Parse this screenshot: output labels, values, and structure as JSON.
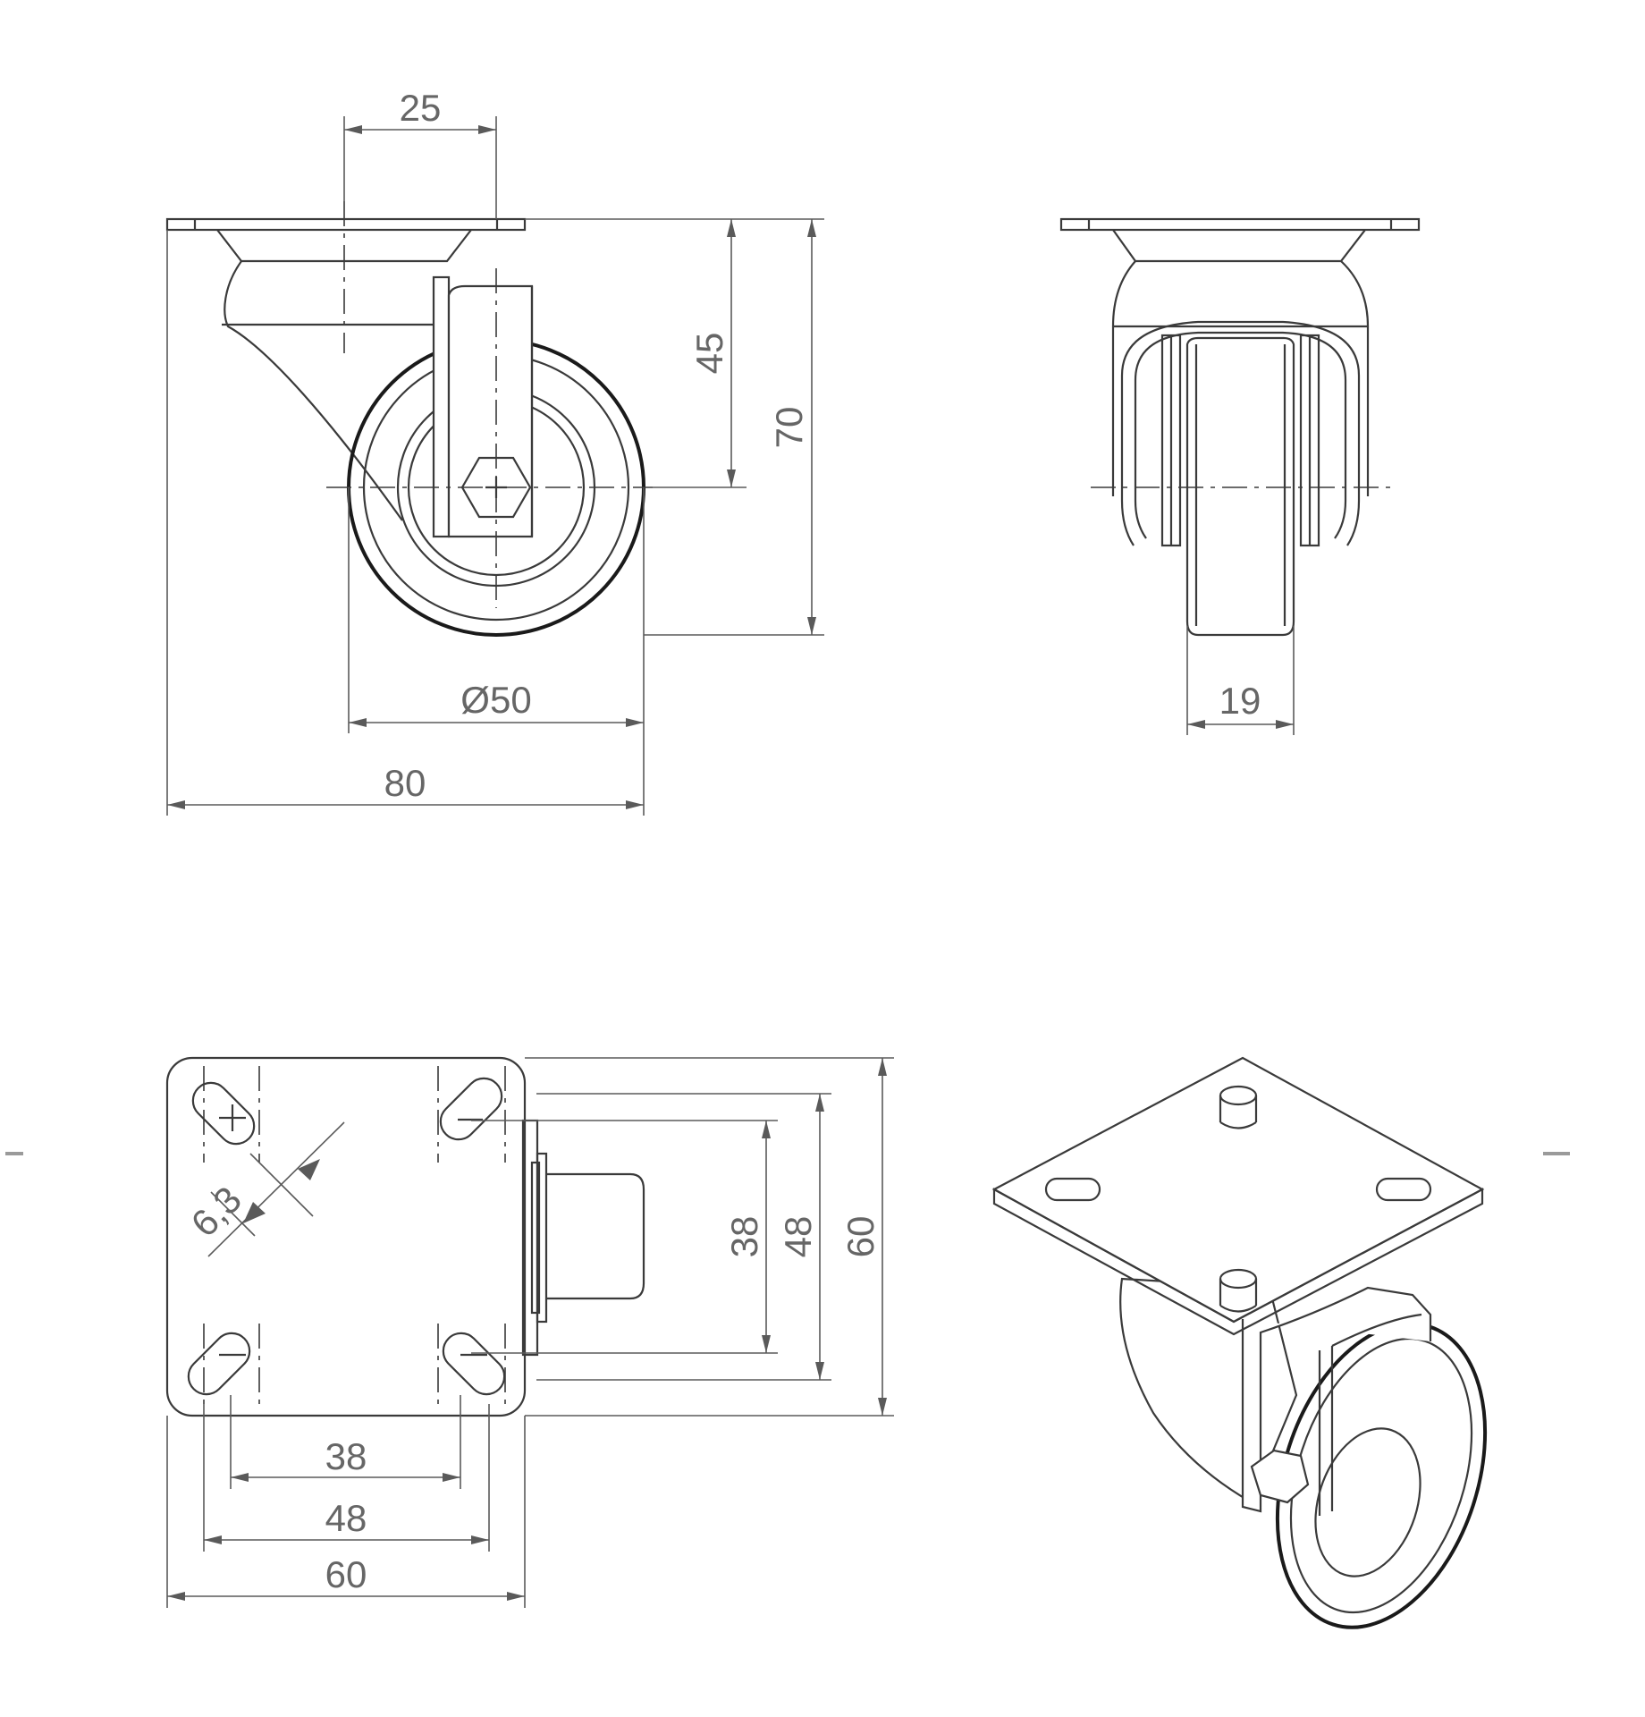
{
  "dimensions": {
    "front": {
      "offset": "25",
      "height_axle": "45",
      "height_total": "70",
      "wheel_diameter": "Ø50",
      "width_total": "80"
    },
    "side": {
      "wheel_width": "19"
    },
    "top": {
      "slot_width": "6,3",
      "hole_v_inner": "38",
      "hole_v_outer": "48",
      "plate_v": "60",
      "hole_h_inner": "38",
      "hole_h_outer": "48",
      "plate_h": "60"
    }
  }
}
